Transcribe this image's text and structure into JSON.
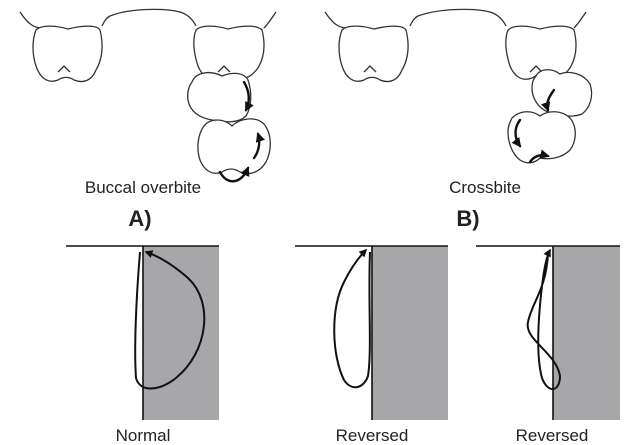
{
  "panel_a": {
    "caption": "Buccal overbite",
    "letter": "A)"
  },
  "panel_b": {
    "caption": "Crossbite",
    "letter": "B)"
  },
  "traces": [
    {
      "label": "Normal"
    },
    {
      "label": "Reversed"
    },
    {
      "label": "Reversed"
    }
  ],
  "colors": {
    "shade": "#a7a7aa",
    "line": "#111111",
    "outline": "#333333"
  }
}
